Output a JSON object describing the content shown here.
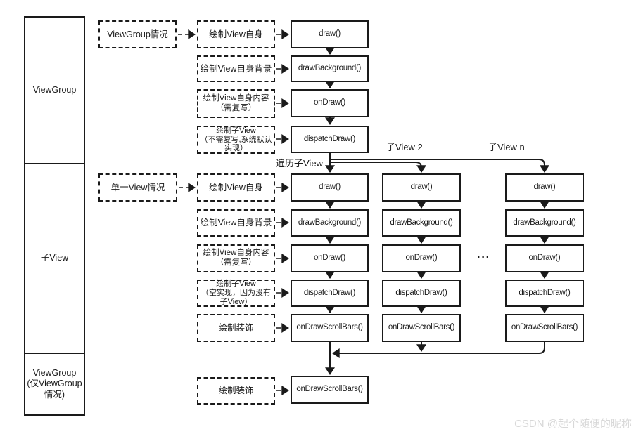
{
  "left_panel": {
    "sections": [
      "ViewGroup",
      "子View",
      "ViewGroup\n(仅ViewGroup\n情况)"
    ]
  },
  "cases": {
    "viewgroup": "ViewGroup情况",
    "single_view": "单一View情况"
  },
  "top_flow": {
    "steps": [
      "绘制View自身",
      "绘制View自身背景",
      "绘制View自身内容\n（需复写）",
      "绘制子View\n（不需复写,系统默认\n实现）"
    ],
    "methods": [
      "draw()",
      "drawBackground()",
      "onDraw()",
      "dispatchDraw()"
    ]
  },
  "child_flow": {
    "steps": [
      "绘制View自身",
      "绘制View自身背景",
      "绘制View自身内容\n（需复写）",
      "绘制子View\n（空实现，因为没有\n子View）",
      "绘制装饰"
    ],
    "methods": [
      "draw()",
      "drawBackground()",
      "onDraw()",
      "dispatchDraw()",
      "onDrawScrollBars()"
    ]
  },
  "final_flow": {
    "step": "绘制装饰",
    "method": "onDrawScrollBars()"
  },
  "labels": {
    "traverse": "遍历子View",
    "child2": "子View 2",
    "childn": "子View n",
    "ellipsis": "···"
  },
  "watermark": "CSDN @起个随便的昵称",
  "colors": {
    "line": "#1a1a1a",
    "watermark": "#d8d8d8"
  }
}
